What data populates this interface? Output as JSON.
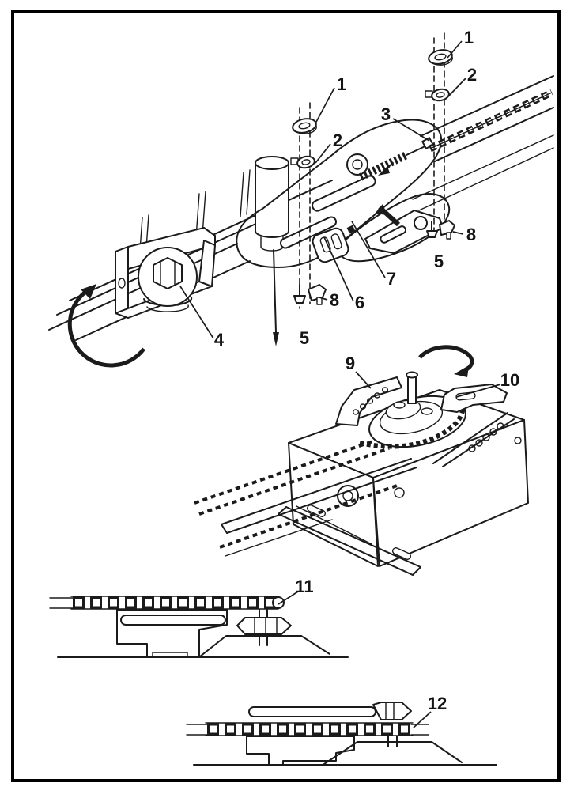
{
  "figure": {
    "kind": "technical-line-diagram",
    "panels": [
      "exploded-trolley-rail-assembly",
      "opener-head-unit-with-rail-and-sprocket",
      "chain-over-trolley-side-view",
      "chain-at-trolley-side-view"
    ]
  },
  "colors": {
    "ink": "#1b1b1b",
    "paper": "#ffffff",
    "frame": "#000000"
  },
  "callouts": [
    {
      "part": "spreader-ring-rear",
      "label": "1"
    },
    {
      "part": "retainer-clip-rear",
      "label": "2"
    },
    {
      "part": "threaded-shaft-chain",
      "label": "3"
    },
    {
      "part": "spreader-ring-front",
      "label": "1"
    },
    {
      "part": "retainer-clip-front",
      "label": "2"
    },
    {
      "part": "clamp-screw-rear",
      "label": "8"
    },
    {
      "part": "screw-rear",
      "label": "5"
    },
    {
      "part": "latch-bracket",
      "label": "7"
    },
    {
      "part": "release-arm",
      "label": "6"
    },
    {
      "part": "clamp-screw-front",
      "label": "8"
    },
    {
      "part": "screw-front",
      "label": "5"
    },
    {
      "part": "idler-pulley-bolt",
      "label": "4"
    },
    {
      "part": "rail-end-bracket",
      "label": "9"
    },
    {
      "part": "sprocket-chain-cover",
      "label": "10"
    },
    {
      "part": "chain-over-trolley",
      "label": "11"
    },
    {
      "part": "chain-at-trolley",
      "label": "12"
    }
  ]
}
